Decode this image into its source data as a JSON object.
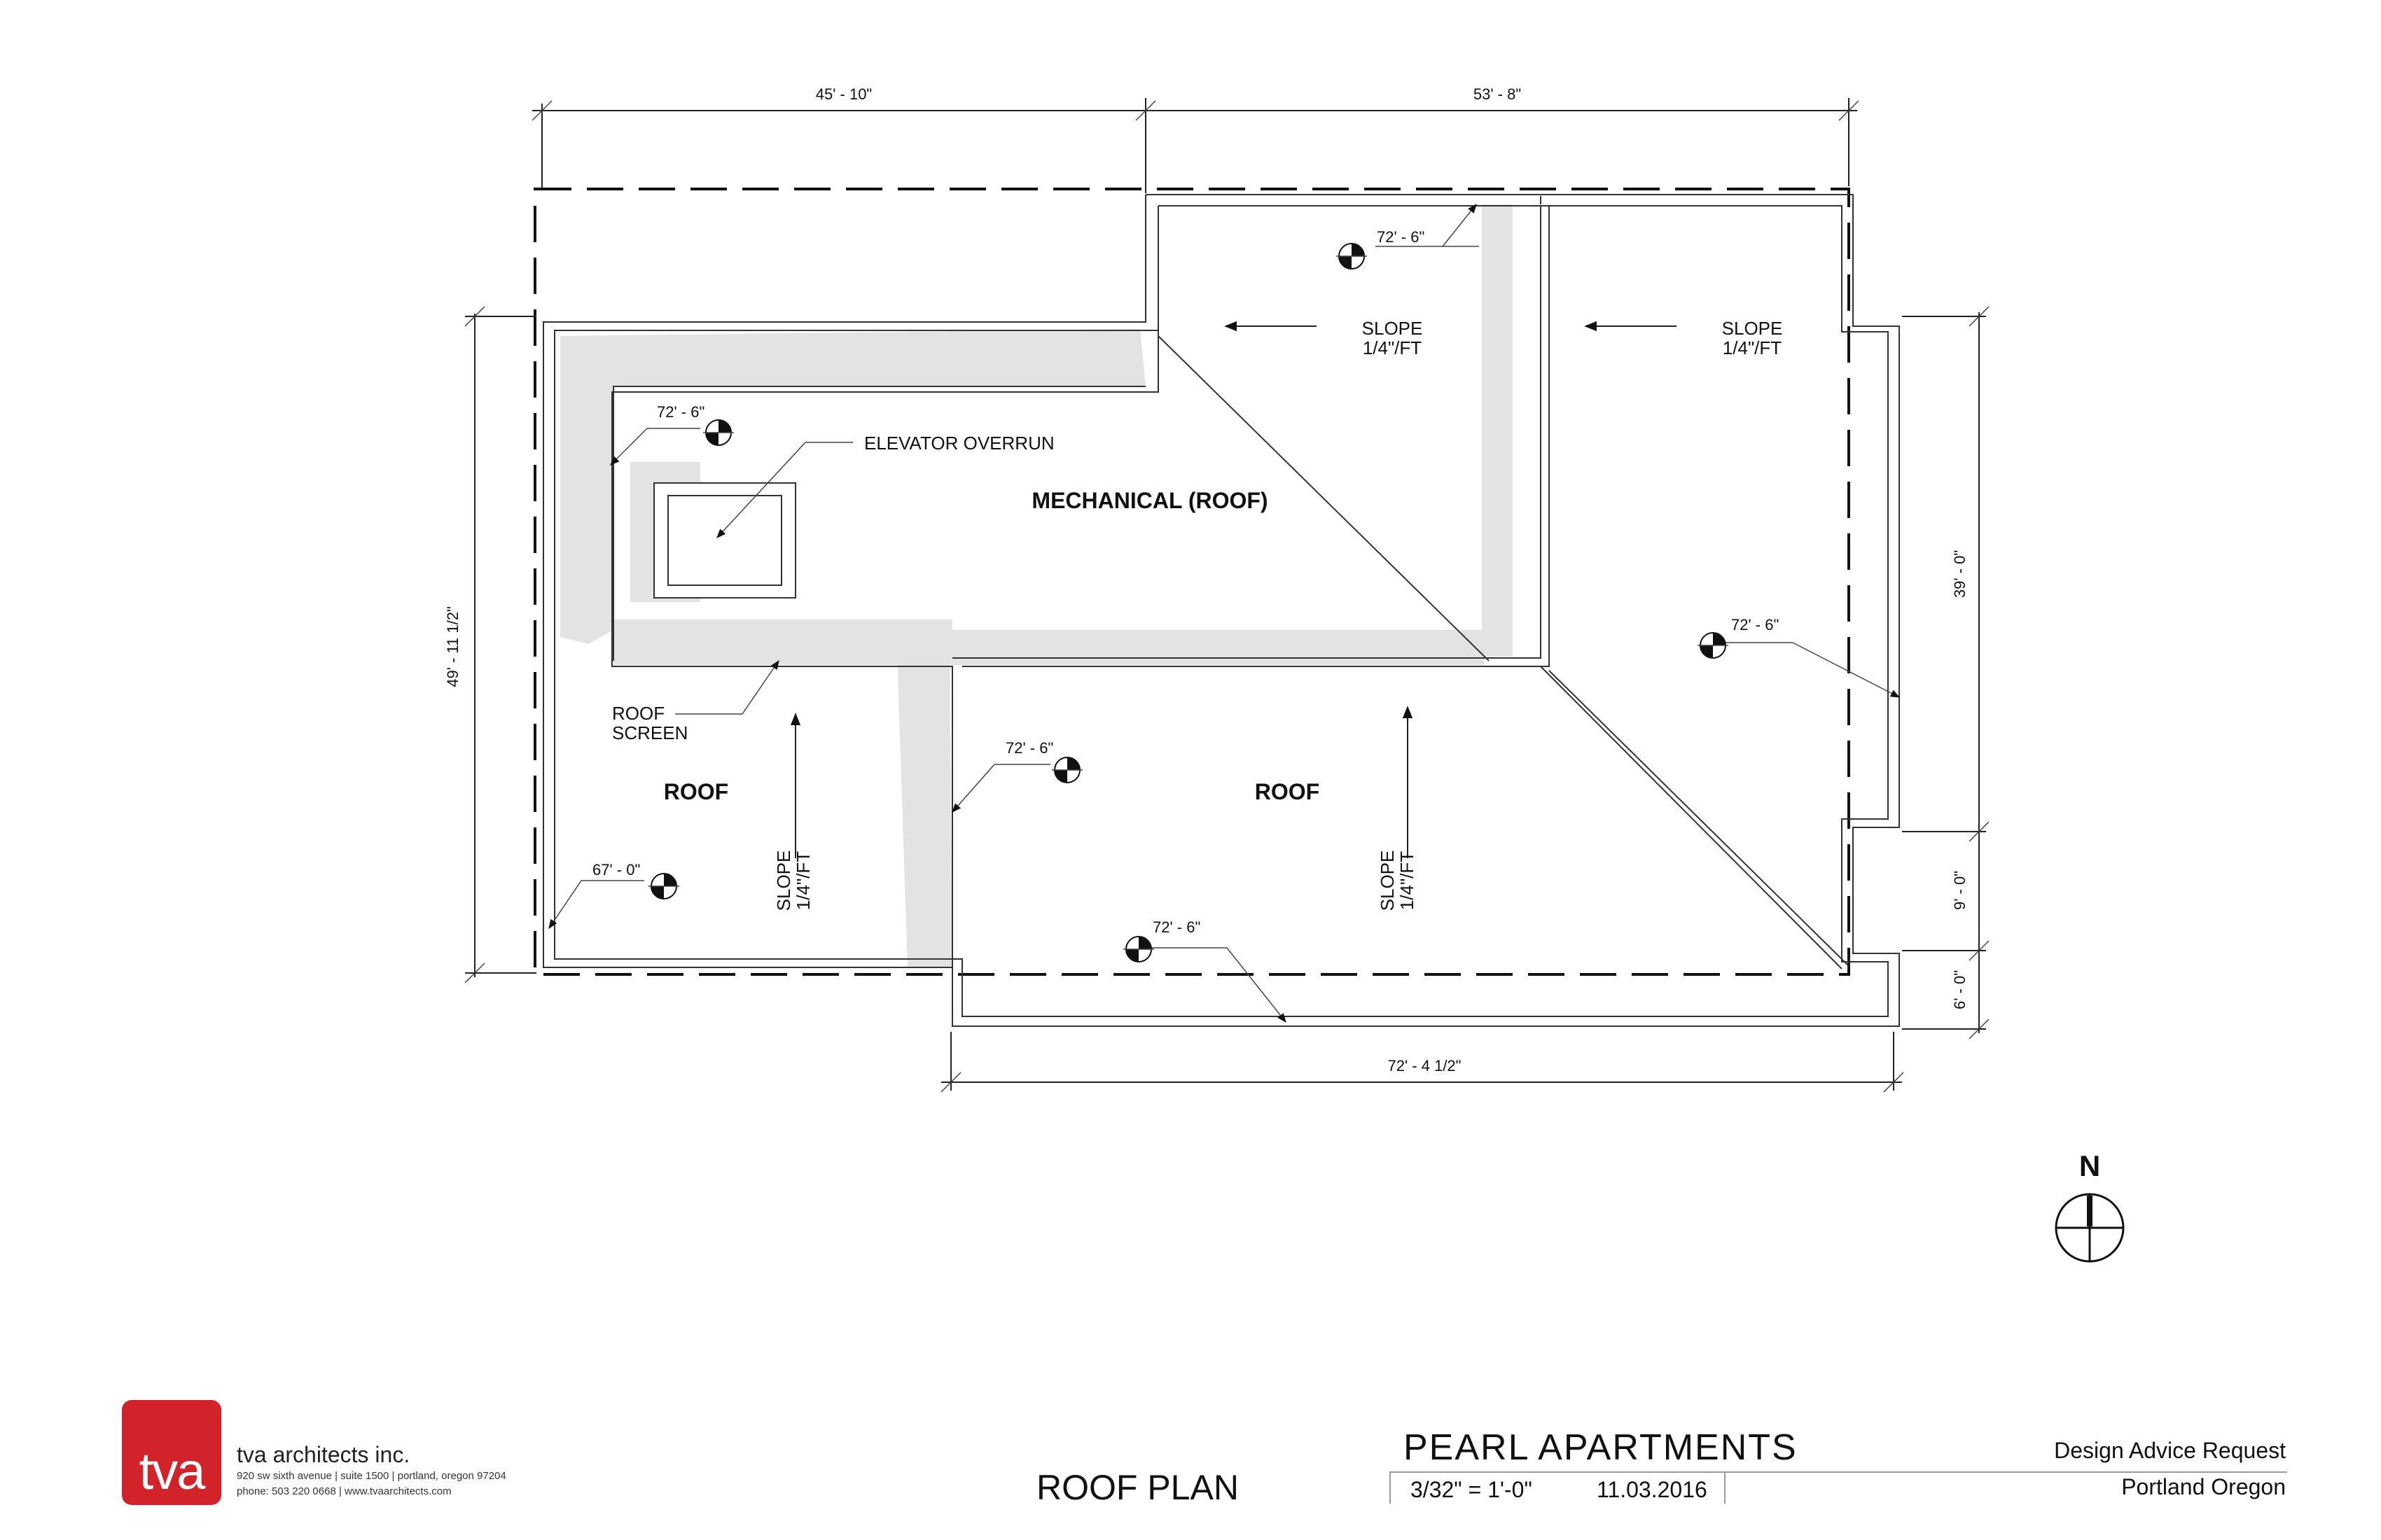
{
  "plan": {
    "dimensions": {
      "top_left": "45' - 10\"",
      "top_right": "53' - 8\"",
      "left": "49' - 11 1/2\"",
      "right_upper": "39' - 0\"",
      "right_middle": "9' - 0\"",
      "right_lower": "6' - 0\"",
      "bottom": "72' - 4 1/2\""
    },
    "labels": {
      "elevator_overrun": "ELEVATOR OVERRUN",
      "mechanical": "MECHANICAL (ROOF)",
      "roof_screen_line1": "ROOF",
      "roof_screen_line2": "SCREEN",
      "roof_left": "ROOF",
      "roof_right": "ROOF"
    },
    "slopes": {
      "s1_line1": "SLOPE",
      "s1_line2": "1/4\"/FT",
      "s2_line1": "SLOPE",
      "s2_line2": "1/4\"/FT",
      "s3_line1": "SLOPE",
      "s3_line2": "1/4\"/FT",
      "s4_line1": "SLOPE",
      "s4_line2": "1/4\"/FT"
    },
    "elevations": {
      "e1": "72' - 6\"",
      "e2": "72' - 6\"",
      "e3": "72' - 6\"",
      "e4": "72' - 6\"",
      "e5": "67' - 0\"",
      "e6": "72' - 6\""
    },
    "north": "N"
  },
  "titleblock": {
    "logo_text": "tva",
    "firm_name": "tva architects inc.",
    "firm_address": "920 sw sixth avenue  |  suite 1500  |  portland, oregon 97204",
    "firm_phone": "phone:  503 220 0668  |  www.tvaarchitects.com",
    "sheet_title": "ROOF PLAN",
    "project_name": "PEARL APARTMENTS",
    "scale": "3/32\" = 1'-0\"",
    "date": "11.03.2016",
    "purpose": "Design Advice Request",
    "location": "Portland Oregon"
  }
}
